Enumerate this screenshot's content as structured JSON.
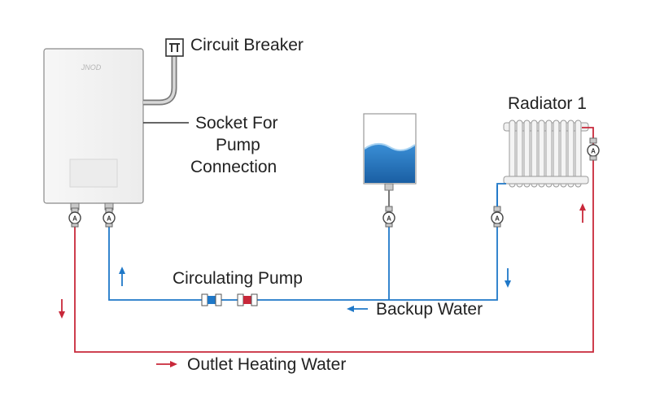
{
  "labels": {
    "circuit_breaker": "Circuit Breaker",
    "socket_line1": "Socket For",
    "socket_line2": "Pump",
    "socket_line3": "Connection",
    "radiator": "Radiator 1",
    "circulating_pump": "Circulating Pump",
    "backup_water": "Backup Water",
    "outlet_heating_water": "Outlet Heating Water"
  },
  "boiler": {
    "logo": "JNOD"
  },
  "colors": {
    "hot_water": "#c8283a",
    "cold_water": "#1f78c8",
    "tank_water": "#1e6fb8",
    "outline": "#555555"
  },
  "icons": {
    "valve": "valve-gauge-icon",
    "breaker": "circuit-breaker-icon",
    "arrow": "flow-arrow-icon"
  }
}
